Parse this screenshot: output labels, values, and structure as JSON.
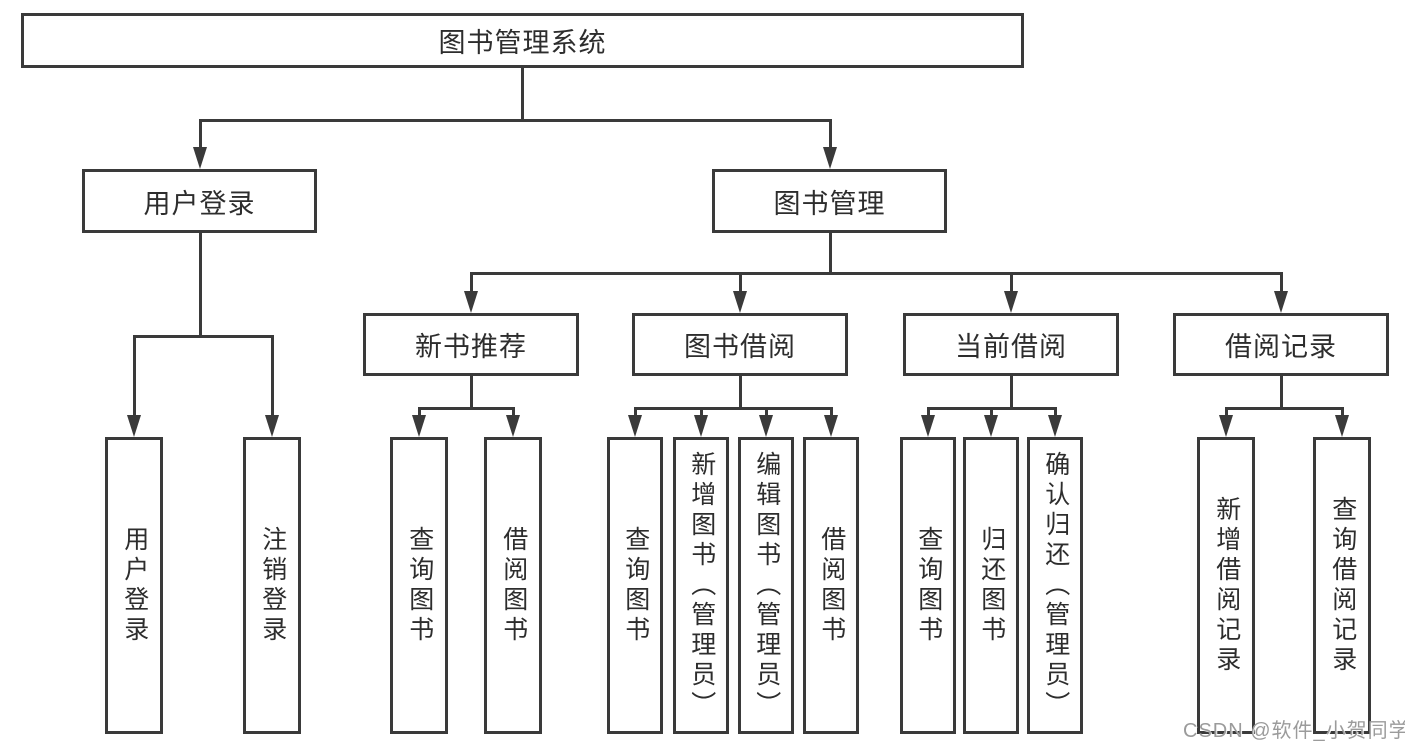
{
  "diagram_type": "hierarchy-tree",
  "tree": {
    "label": "图书管理系统",
    "children": [
      {
        "label": "用户登录",
        "children": [
          {
            "label": "用户登录"
          },
          {
            "label": "注销登录"
          }
        ]
      },
      {
        "label": "图书管理",
        "children": [
          {
            "label": "新书推荐",
            "children": [
              {
                "label": "查询图书"
              },
              {
                "label": "借阅图书"
              }
            ]
          },
          {
            "label": "图书借阅",
            "children": [
              {
                "label": "查询图书"
              },
              {
                "label": "新增图书（管理员）"
              },
              {
                "label": "编辑图书（管理员）"
              },
              {
                "label": "借阅图书"
              }
            ]
          },
          {
            "label": "当前借阅",
            "children": [
              {
                "label": "查询图书"
              },
              {
                "label": "归还图书"
              },
              {
                "label": "确认归还（管理员）"
              }
            ]
          },
          {
            "label": "借阅记录",
            "children": [
              {
                "label": "新增借阅记录"
              },
              {
                "label": "查询借阅记录"
              }
            ]
          }
        ]
      }
    ]
  },
  "watermark": {
    "text": "CSDN @软件_小贺同学"
  },
  "colors": {
    "line": "#3a3a3a",
    "text": "#2d2d2d",
    "watermark": "#9b9b9b",
    "background": "#ffffff"
  }
}
